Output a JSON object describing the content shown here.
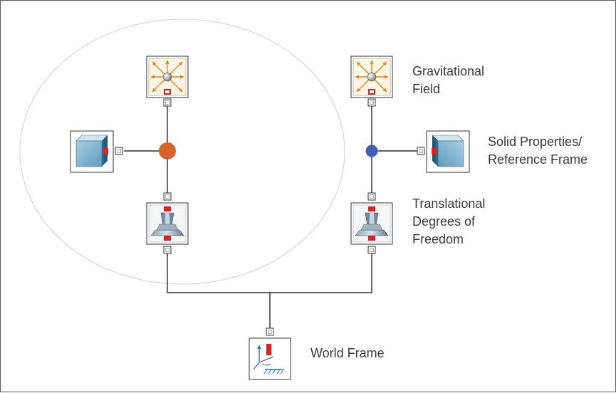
{
  "colors": {
    "orange_node": "#d4632c",
    "blue_node": "#3d5fb8",
    "port_text": "#e02020",
    "ellipse": "#d7d7d7",
    "wire": "#2b2b2b"
  },
  "labels": {
    "gravitational_field": [
      "Gravitational",
      "Field"
    ],
    "solid_properties": [
      "Solid Properties/",
      "Reference Frame"
    ],
    "translational_dof": [
      "Translational",
      "Degrees of",
      "Freedom"
    ],
    "world_frame": "World Frame"
  },
  "icons": {
    "gravity": "gravitational-field-icon",
    "solid": "solid-block-icon",
    "joint": "translational-joint-icon",
    "world": "world-frame-icon"
  }
}
